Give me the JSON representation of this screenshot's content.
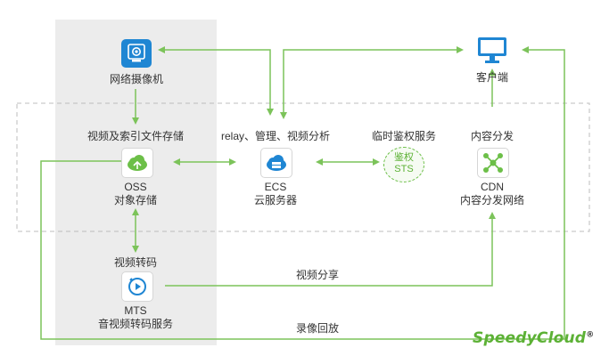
{
  "camera": {
    "label": "网络摄像机"
  },
  "client": {
    "label": "客户端"
  },
  "oss": {
    "header": "视频及索引文件存储",
    "name": "OSS",
    "desc": "对象存储"
  },
  "ecs": {
    "header": "relay、管理、视频分析",
    "name": "ECS",
    "desc": "云服务器"
  },
  "sts": {
    "header": "临时鉴权服务",
    "line1": "鉴权",
    "line2": "STS"
  },
  "cdn": {
    "header": "内容分发",
    "name": "CDN",
    "desc": "内容分发网络"
  },
  "mts": {
    "header": "视频转码",
    "name": "MTS",
    "desc": "音视频转码服务"
  },
  "links": {
    "video_share": "视频分享",
    "playback": "录像回放"
  },
  "brand": {
    "logo_text": "SpeedyCloud",
    "reg_mark": "®"
  },
  "colors": {
    "accent_blue": "#1f86d3",
    "accent_green": "#6cbf48",
    "arrow_green": "#7cc35a",
    "panel_gray": "#ececec",
    "dashed_border": "#bdbdbd"
  }
}
